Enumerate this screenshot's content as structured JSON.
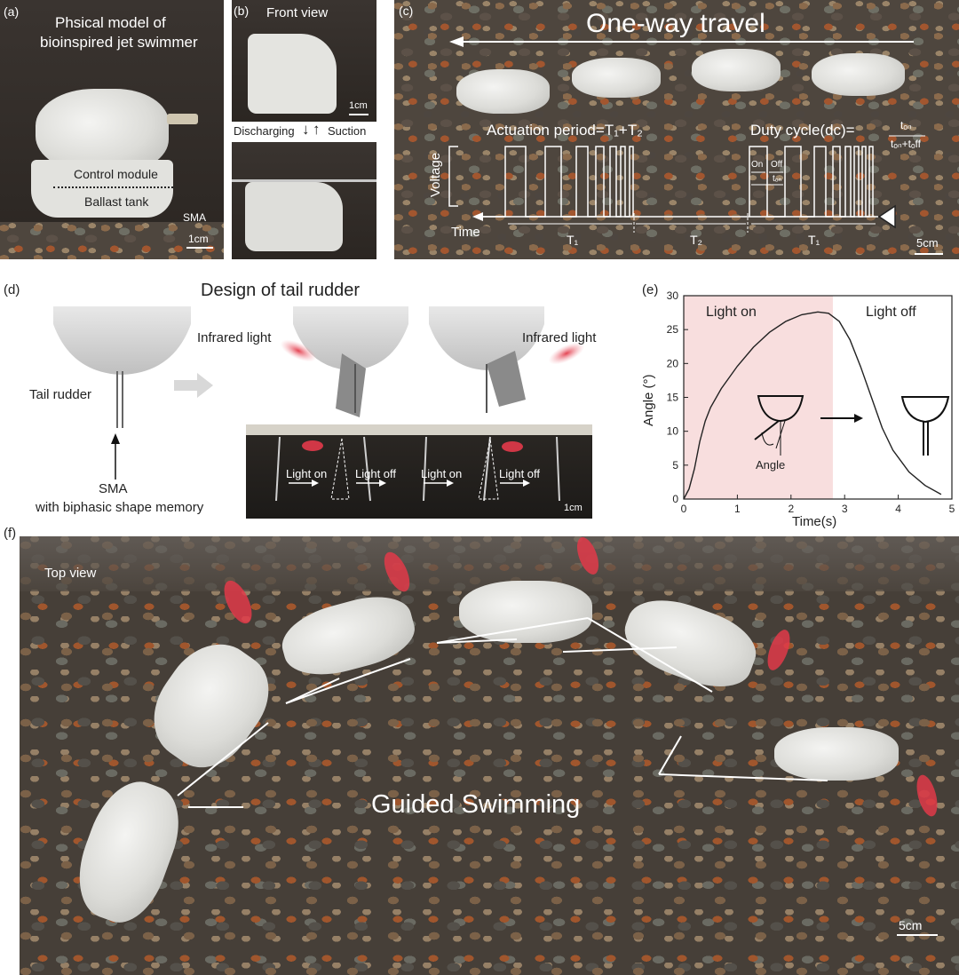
{
  "panel_a": {
    "label": "(a)",
    "title_line1": "Phsical model of",
    "title_line2": "bioinspired jet swimmer",
    "control": "Control module",
    "ballast": "Ballast tank",
    "sma": "SMA",
    "scale": "1cm"
  },
  "panel_b": {
    "label": "(b)",
    "title": "Front view",
    "scale": "1cm",
    "discharging": "Discharging",
    "suction": "Suction"
  },
  "panel_c": {
    "label": "(c)",
    "title": "One-way travel",
    "period": "Actuation period=T₁+T₂",
    "duty": "Duty cycle(dc)=",
    "duty_num": "tₒₙ",
    "duty_den": "tₒₙ+tₒff",
    "voltage": "Voltage",
    "time": "Time",
    "t1": "T₁",
    "t2": "T₂",
    "t1b": "T₁",
    "on": "On",
    "off": "Off",
    "ton": "tₒₙ",
    "scale": "5cm"
  },
  "panel_d": {
    "label": "(d)",
    "title": "Design of tail rudder",
    "tail": "Tail rudder",
    "sma": "SMA",
    "sma_sub": "with biphasic shape memory",
    "ir_left": "Infrared light",
    "ir_right": "Infrared light",
    "seq": [
      "Light on",
      "Light off",
      "Light on",
      "Light off"
    ],
    "scale": "1cm"
  },
  "panel_e": {
    "label": "(e)",
    "region_on": "Light on",
    "region_off": "Light off",
    "inset_angle": "Angle"
  },
  "panel_f": {
    "label": "(f)",
    "top_view": "Top view",
    "title": "Guided Swimming",
    "scale": "5cm"
  },
  "chart_data": {
    "type": "line",
    "xlabel": "Time(s)",
    "ylabel": "Angle (°)",
    "xlim": [
      0,
      5
    ],
    "ylim": [
      0,
      30
    ],
    "xticks": [
      0,
      1,
      2,
      3,
      4,
      5
    ],
    "yticks": [
      0,
      5,
      10,
      15,
      20,
      25,
      30
    ],
    "shaded_region": [
      0,
      2.78
    ],
    "shade_color": "#f8dede",
    "x": [
      0,
      0.1,
      0.2,
      0.3,
      0.4,
      0.5,
      0.7,
      1.0,
      1.3,
      1.6,
      1.9,
      2.2,
      2.5,
      2.7,
      2.9,
      3.1,
      3.3,
      3.5,
      3.7,
      3.9,
      4.2,
      4.5,
      4.8
    ],
    "y": [
      0,
      1.5,
      4.5,
      8.5,
      11.5,
      13.5,
      16.3,
      19.6,
      22.4,
      24.6,
      26.2,
      27.2,
      27.6,
      27.4,
      26.2,
      23.5,
      19.5,
      15.0,
      10.5,
      7.2,
      4.0,
      2.0,
      0.7
    ]
  }
}
